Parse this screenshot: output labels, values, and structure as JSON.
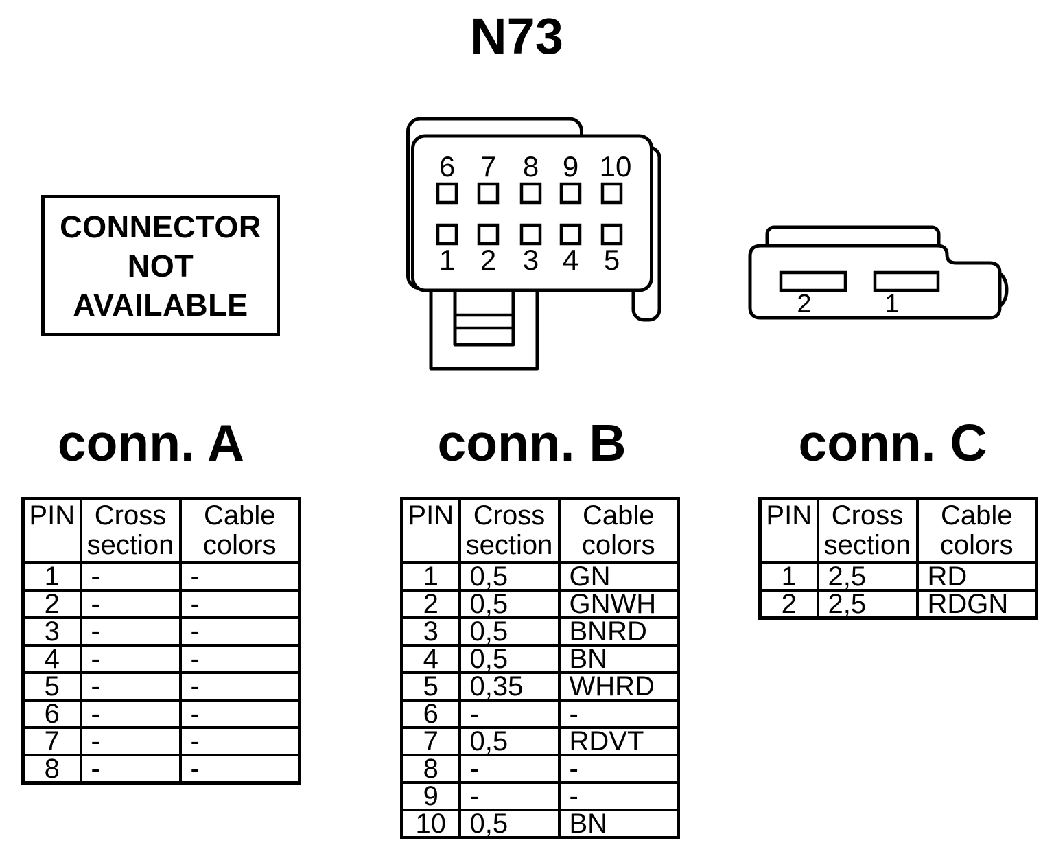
{
  "page": {
    "title": "N73",
    "ink_color": "#000000",
    "background_color": "#ffffff"
  },
  "not_available_box": {
    "lines": [
      "CONNECTOR",
      "NOT",
      "AVAILABLE"
    ]
  },
  "center_connector": {
    "description": "10-pin connector face view",
    "top_pins": [
      "6",
      "7",
      "8",
      "9",
      "10"
    ],
    "bottom_pins": [
      "1",
      "2",
      "3",
      "4",
      "5"
    ]
  },
  "right_connector": {
    "description": "2-pin connector face view",
    "slot_labels": [
      "2",
      "1"
    ]
  },
  "tables": [
    {
      "title": "conn. A",
      "headers": [
        "PIN",
        "Cross section",
        "Cable colors"
      ],
      "rows": [
        [
          "1",
          "-",
          "-"
        ],
        [
          "2",
          "-",
          "-"
        ],
        [
          "3",
          "-",
          "-"
        ],
        [
          "4",
          "-",
          "-"
        ],
        [
          "5",
          "-",
          "-"
        ],
        [
          "6",
          "-",
          "-"
        ],
        [
          "7",
          "-",
          "-"
        ],
        [
          "8",
          "-",
          "-"
        ]
      ]
    },
    {
      "title": "conn. B",
      "headers": [
        "PIN",
        "Cross section",
        "Cable colors"
      ],
      "rows": [
        [
          "1",
          "0,5",
          "GN"
        ],
        [
          "2",
          "0,5",
          "GNWH"
        ],
        [
          "3",
          "0,5",
          "BNRD"
        ],
        [
          "4",
          "0,5",
          "BN"
        ],
        [
          "5",
          "0,35",
          "WHRD"
        ],
        [
          "6",
          "-",
          "-"
        ],
        [
          "7",
          "0,5",
          "RDVT"
        ],
        [
          "8",
          "-",
          "-"
        ],
        [
          "9",
          "-",
          "-"
        ],
        [
          "10",
          "0,5",
          "BN"
        ]
      ]
    },
    {
      "title": "conn. C",
      "headers": [
        "PIN",
        "Cross section",
        "Cable colors"
      ],
      "rows": [
        [
          "1",
          "2,5",
          "RD"
        ],
        [
          "2",
          "2,5",
          "RDGN"
        ]
      ]
    }
  ]
}
